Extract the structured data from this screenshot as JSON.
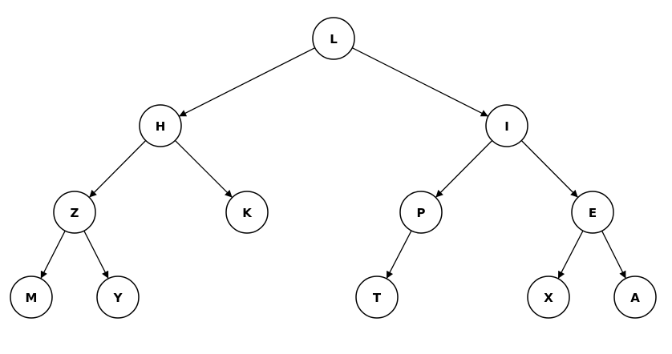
{
  "diagram": {
    "type": "binary-tree",
    "nodes": [
      {
        "id": "L",
        "label": "L"
      },
      {
        "id": "H",
        "label": "H"
      },
      {
        "id": "I",
        "label": "I"
      },
      {
        "id": "Z",
        "label": "Z"
      },
      {
        "id": "K",
        "label": "K"
      },
      {
        "id": "P",
        "label": "P"
      },
      {
        "id": "E",
        "label": "E"
      },
      {
        "id": "M",
        "label": "M"
      },
      {
        "id": "Y",
        "label": "Y"
      },
      {
        "id": "T",
        "label": "T"
      },
      {
        "id": "X",
        "label": "X"
      },
      {
        "id": "A",
        "label": "A"
      }
    ],
    "edges": [
      {
        "from": "L",
        "to": "H"
      },
      {
        "from": "L",
        "to": "I"
      },
      {
        "from": "H",
        "to": "Z"
      },
      {
        "from": "H",
        "to": "K"
      },
      {
        "from": "I",
        "to": "P"
      },
      {
        "from": "I",
        "to": "E"
      },
      {
        "from": "Z",
        "to": "M"
      },
      {
        "from": "Z",
        "to": "Y"
      },
      {
        "from": "P",
        "to": "T"
      },
      {
        "from": "E",
        "to": "X"
      },
      {
        "from": "E",
        "to": "A"
      }
    ]
  }
}
